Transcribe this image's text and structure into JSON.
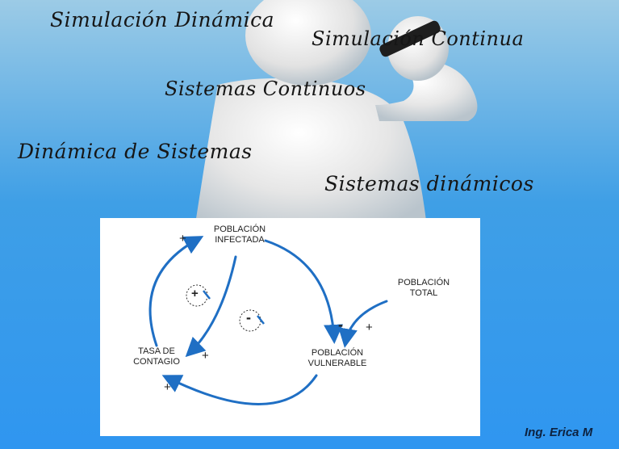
{
  "slide": {
    "phrases": {
      "simulacion_dinamica": "Simulación Dinámica",
      "simulacion_continua": "Simulación Continua",
      "sistemas_continuos": "Sistemas Continuos",
      "dinamica_de_sistemas": "Dinámica de Sistemas",
      "sistemas_dinamicos": "Sistemas dinámicos"
    },
    "author": "Ing. Erica M"
  },
  "diagram": {
    "nodes": {
      "poblacion_infectada": [
        "POBLACIÓN",
        "INFECTADA"
      ],
      "poblacion_total": [
        "POBLACIÓN",
        "TOTAL"
      ],
      "tasa_de_contagio": [
        "TASA DE",
        "CONTAGIO"
      ],
      "poblacion_vulnerable": [
        "POBLACIÓN",
        "VULNERABLE"
      ]
    },
    "signs": {
      "plus": "+",
      "minus": "-",
      "loop_reinforcing": "+",
      "loop_balancing": "-"
    }
  }
}
